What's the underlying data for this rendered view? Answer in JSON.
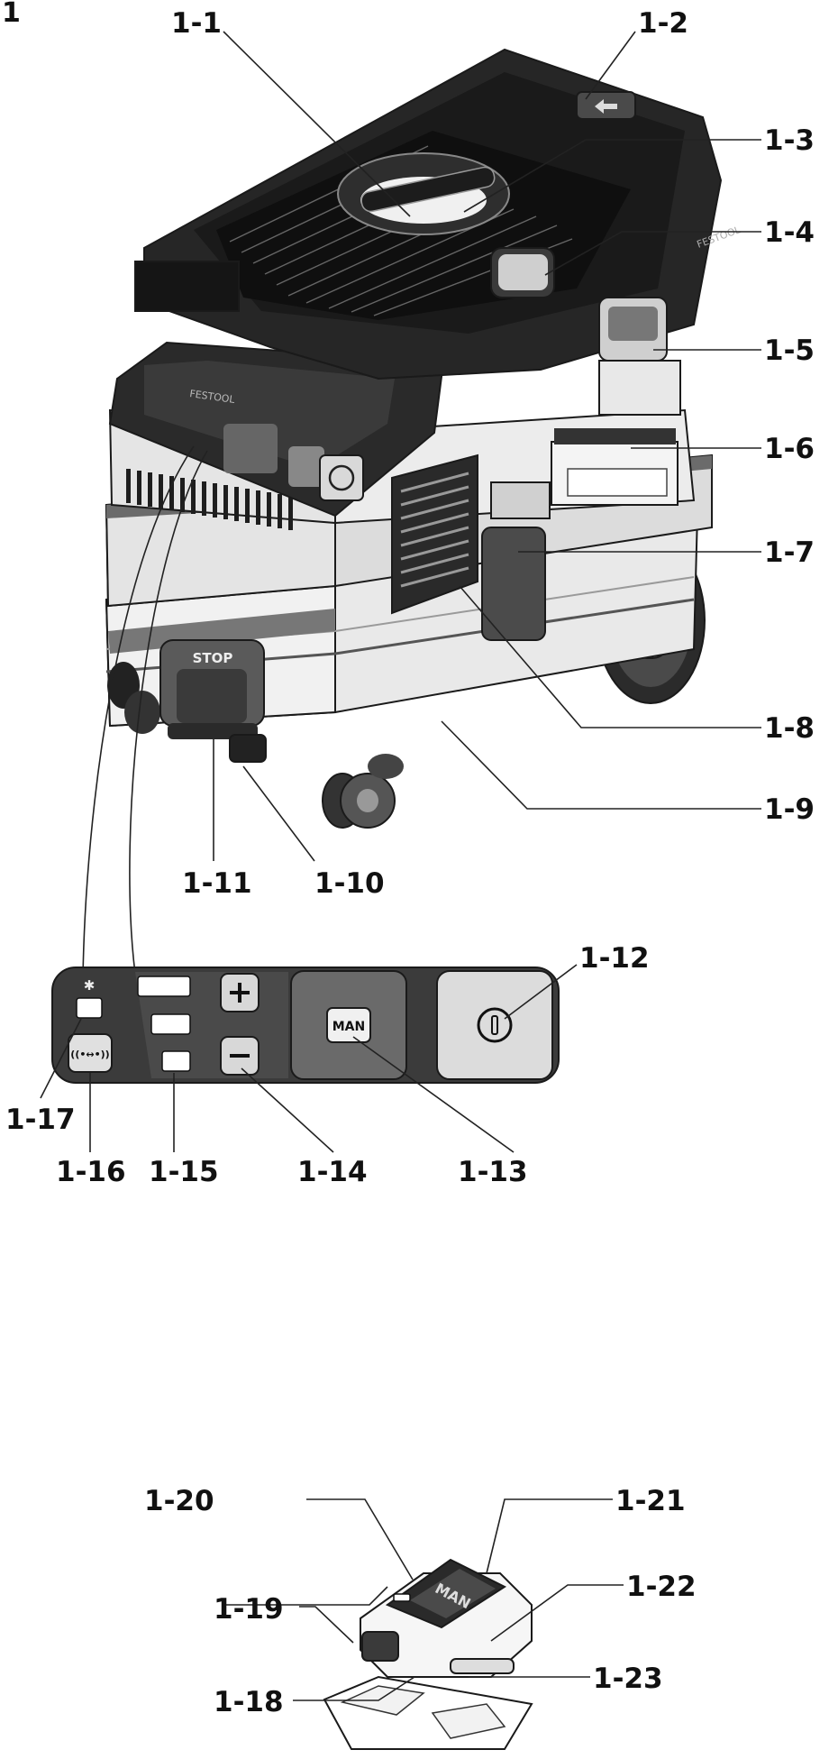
{
  "figure_number": "1",
  "device_text": {
    "brand": "FESTOOL",
    "stop_label": "STOP",
    "man_label": "MAN",
    "remote_man_label": "MAN",
    "bluetooth_symbol": "✱",
    "wireless_symbol": "((•↔•))"
  },
  "icons": [
    "bluetooth-icon",
    "wireless-icon",
    "power-icon",
    "plus-icon",
    "minus-icon",
    "arrow-icon"
  ],
  "callouts": [
    {
      "id": "1-1",
      "label": "1-1"
    },
    {
      "id": "1-2",
      "label": "1-2"
    },
    {
      "id": "1-3",
      "label": "1-3"
    },
    {
      "id": "1-4",
      "label": "1-4"
    },
    {
      "id": "1-5",
      "label": "1-5"
    },
    {
      "id": "1-6",
      "label": "1-6"
    },
    {
      "id": "1-7",
      "label": "1-7"
    },
    {
      "id": "1-8",
      "label": "1-8"
    },
    {
      "id": "1-9",
      "label": "1-9"
    },
    {
      "id": "1-10",
      "label": "1-10"
    },
    {
      "id": "1-11",
      "label": "1-11"
    },
    {
      "id": "1-12",
      "label": "1-12"
    },
    {
      "id": "1-13",
      "label": "1-13"
    },
    {
      "id": "1-14",
      "label": "1-14"
    },
    {
      "id": "1-15",
      "label": "1-15"
    },
    {
      "id": "1-16",
      "label": "1-16"
    },
    {
      "id": "1-17",
      "label": "1-17"
    },
    {
      "id": "1-18",
      "label": "1-18"
    },
    {
      "id": "1-19",
      "label": "1-19"
    },
    {
      "id": "1-20",
      "label": "1-20"
    },
    {
      "id": "1-21",
      "label": "1-21"
    },
    {
      "id": "1-22",
      "label": "1-22"
    },
    {
      "id": "1-23",
      "label": "1-23"
    }
  ]
}
